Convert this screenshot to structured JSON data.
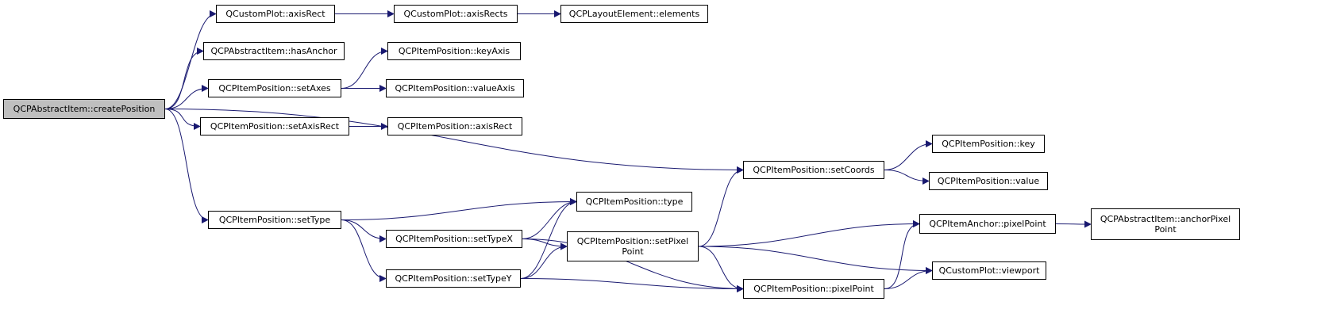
{
  "graph": {
    "root": "createPosition",
    "colors": {
      "edge": "#191970",
      "node_border": "#000000",
      "node_fill": "#ffffff",
      "root_fill": "#bfbfbf"
    },
    "nodes": [
      {
        "id": "createPosition",
        "label": "QCPAbstractItem::createPosition",
        "root": true
      },
      {
        "id": "cp_axisRect",
        "label": "QCustomPlot::axisRect"
      },
      {
        "id": "cp_axisRects",
        "label": "QCustomPlot::axisRects"
      },
      {
        "id": "le_elements",
        "label": "QCPLayoutElement::elements"
      },
      {
        "id": "ai_hasAnchor",
        "label": "QCPAbstractItem::hasAnchor"
      },
      {
        "id": "ip_keyAxis",
        "label": "QCPItemPosition::keyAxis"
      },
      {
        "id": "ip_setAxes",
        "label": "QCPItemPosition::setAxes"
      },
      {
        "id": "ip_valueAxis",
        "label": "QCPItemPosition::valueAxis"
      },
      {
        "id": "ip_setAxisRect",
        "label": "QCPItemPosition::setAxisRect"
      },
      {
        "id": "ip_axisRect",
        "label": "QCPItemPosition::axisRect"
      },
      {
        "id": "ip_key",
        "label": "QCPItemPosition::key"
      },
      {
        "id": "ip_setCoords",
        "label": "QCPItemPosition::setCoords"
      },
      {
        "id": "ip_value",
        "label": "QCPItemPosition::value"
      },
      {
        "id": "ip_type",
        "label": "QCPItemPosition::type"
      },
      {
        "id": "ip_setType",
        "label": "QCPItemPosition::setType"
      },
      {
        "id": "ip_setTypeX",
        "label": "QCPItemPosition::setTypeX"
      },
      {
        "id": "ip_setPixelPoint",
        "label": "QCPItemPosition::setPixel\nPoint"
      },
      {
        "id": "ia_pixelPoint",
        "label": "QCPItemAnchor::pixelPoint"
      },
      {
        "id": "ai_anchorPixelPoint",
        "label": "QCPAbstractItem::anchorPixel\nPoint"
      },
      {
        "id": "cp_viewport",
        "label": "QCustomPlot::viewport"
      },
      {
        "id": "ip_setTypeY",
        "label": "QCPItemPosition::setTypeY"
      },
      {
        "id": "ip_pixelPoint",
        "label": "QCPItemPosition::pixelPoint"
      }
    ],
    "edges": [
      [
        "createPosition",
        "cp_axisRect"
      ],
      [
        "createPosition",
        "ai_hasAnchor"
      ],
      [
        "createPosition",
        "ip_setAxes"
      ],
      [
        "createPosition",
        "ip_setAxisRect"
      ],
      [
        "createPosition",
        "ip_setCoords"
      ],
      [
        "createPosition",
        "ip_setType"
      ],
      [
        "cp_axisRect",
        "cp_axisRects"
      ],
      [
        "cp_axisRects",
        "le_elements"
      ],
      [
        "ip_setAxes",
        "ip_keyAxis"
      ],
      [
        "ip_setAxes",
        "ip_valueAxis"
      ],
      [
        "ip_setAxisRect",
        "ip_axisRect"
      ],
      [
        "ip_setCoords",
        "ip_key"
      ],
      [
        "ip_setCoords",
        "ip_value"
      ],
      [
        "ip_setType",
        "ip_type"
      ],
      [
        "ip_setType",
        "ip_setTypeX"
      ],
      [
        "ip_setType",
        "ip_setTypeY"
      ],
      [
        "ip_setTypeX",
        "ip_type"
      ],
      [
        "ip_setTypeX",
        "ip_setPixelPoint"
      ],
      [
        "ip_setTypeX",
        "ip_pixelPoint"
      ],
      [
        "ip_setTypeY",
        "ip_type"
      ],
      [
        "ip_setTypeY",
        "ip_setPixelPoint"
      ],
      [
        "ip_setTypeY",
        "ip_pixelPoint"
      ],
      [
        "ip_setPixelPoint",
        "ip_setCoords"
      ],
      [
        "ip_setPixelPoint",
        "ia_pixelPoint"
      ],
      [
        "ip_setPixelPoint",
        "cp_viewport"
      ],
      [
        "ip_setPixelPoint",
        "ip_pixelPoint"
      ],
      [
        "ia_pixelPoint",
        "ai_anchorPixelPoint"
      ],
      [
        "ip_pixelPoint",
        "ia_pixelPoint"
      ],
      [
        "ip_pixelPoint",
        "cp_viewport"
      ]
    ]
  }
}
